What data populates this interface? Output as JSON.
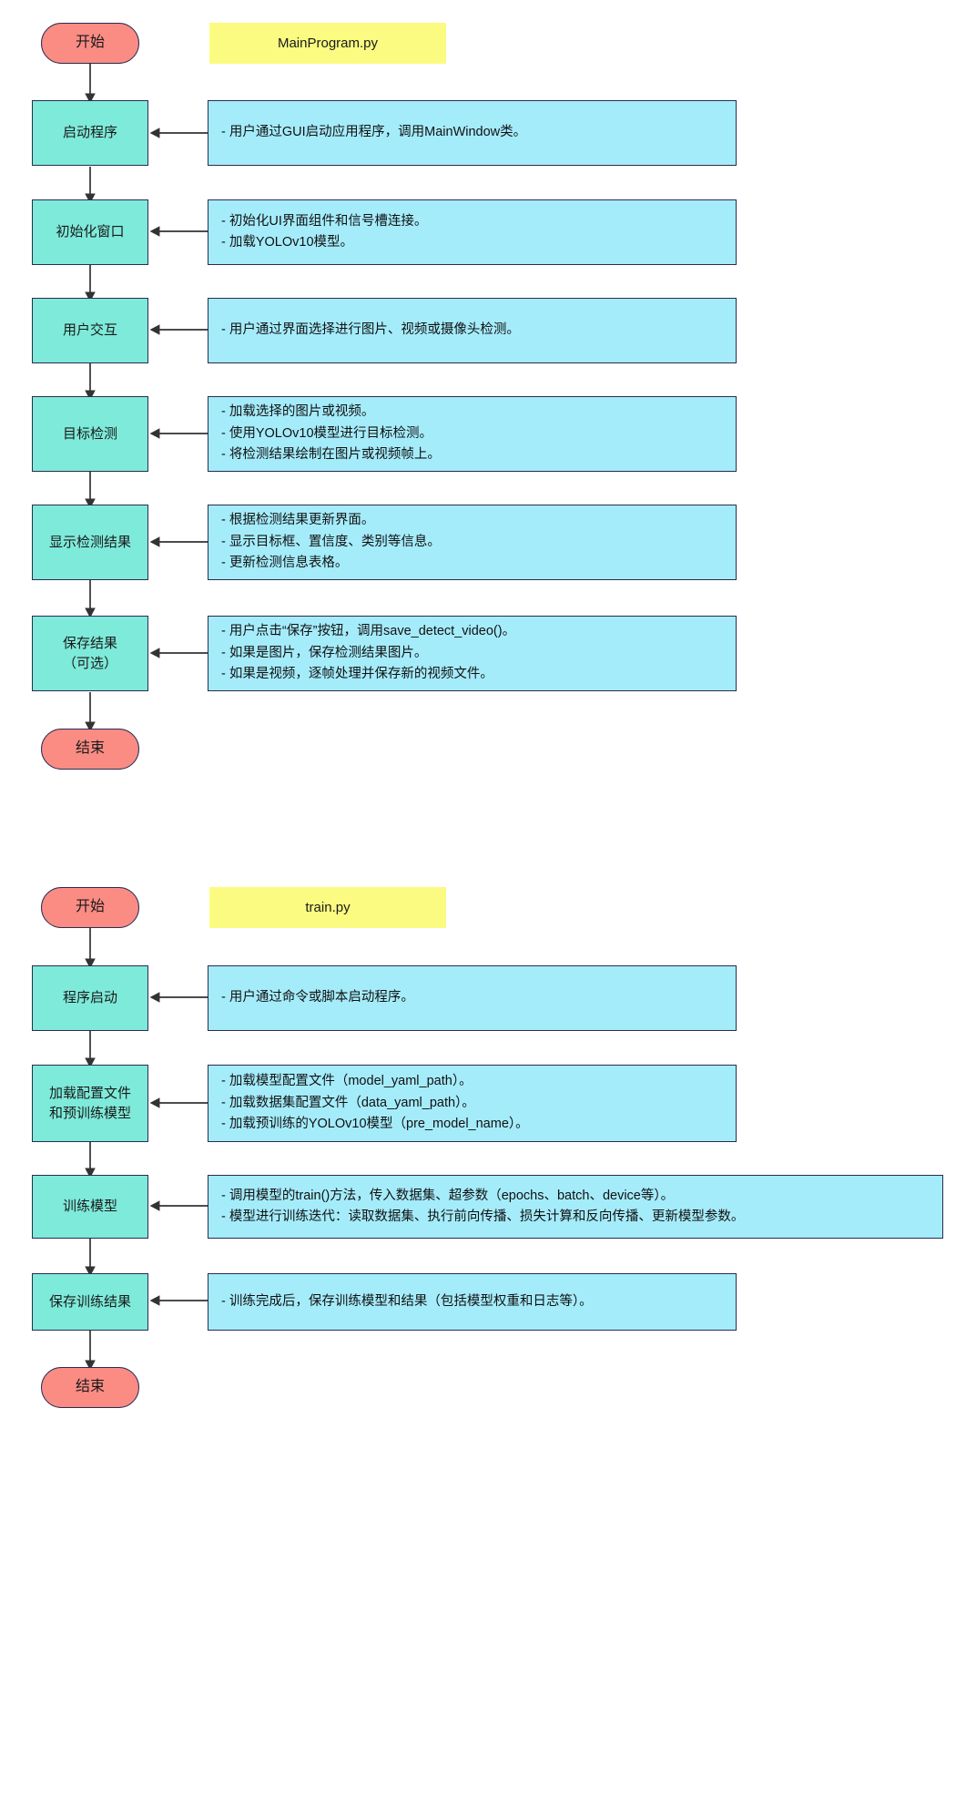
{
  "colors": {
    "terminator_fill": "#fa8c84",
    "process_fill": "#7eeada",
    "annotation_fill": "#a5ecfb",
    "title_fill": "#fbfb82",
    "stroke": "#2b2b50",
    "edge": "#333333",
    "background": "#ffffff"
  },
  "flowcharts": [
    {
      "id": "main-program",
      "title": "MainProgram.py",
      "start_label": "开始",
      "end_label": "结束",
      "steps": [
        {
          "label": "启动程序",
          "notes": [
            "- 用户通过GUI启动应用程序，调用MainWindow类。"
          ]
        },
        {
          "label": "初始化窗口",
          "notes": [
            "- 初始化UI界面组件和信号槽连接。",
            "- 加载YOLOv10模型。"
          ]
        },
        {
          "label": "用户交互",
          "notes": [
            "- 用户通过界面选择进行图片、视频或摄像头检测。"
          ]
        },
        {
          "label": "目标检测",
          "notes": [
            "- 加载选择的图片或视频。",
            "- 使用YOLOv10模型进行目标检测。",
            "- 将检测结果绘制在图片或视频帧上。"
          ]
        },
        {
          "label": "显示检测结果",
          "notes": [
            "- 根据检测结果更新界面。",
            "- 显示目标框、置信度、类别等信息。",
            "- 更新检测信息表格。"
          ]
        },
        {
          "label": "保存结果\n（可选）",
          "notes": [
            "- 用户点击“保存”按钮，调用save_detect_video()。",
            "- 如果是图片，保存检测结果图片。",
            "- 如果是视频，逐帧处理并保存新的视频文件。"
          ]
        }
      ]
    },
    {
      "id": "train",
      "title": "train.py",
      "start_label": "开始",
      "end_label": "结束",
      "steps": [
        {
          "label": "程序启动",
          "notes": [
            "- 用户通过命令或脚本启动程序。"
          ]
        },
        {
          "label": "加载配置文件\n和预训练模型",
          "notes": [
            "- 加载模型配置文件（model_yaml_path）。",
            "- 加载数据集配置文件（data_yaml_path）。",
            "- 加载预训练的YOLOv10模型（pre_model_name）。"
          ]
        },
        {
          "label": "训练模型",
          "notes": [
            "- 调用模型的train()方法，传入数据集、超参数（epochs、batch、device等）。",
            "- 模型进行训练迭代：读取数据集、执行前向传播、损失计算和反向传播、更新模型参数。"
          ]
        },
        {
          "label": "保存训练结果",
          "notes": [
            "- 训练完成后，保存训练模型和结果（包括模型权重和日志等）。"
          ]
        }
      ]
    }
  ]
}
